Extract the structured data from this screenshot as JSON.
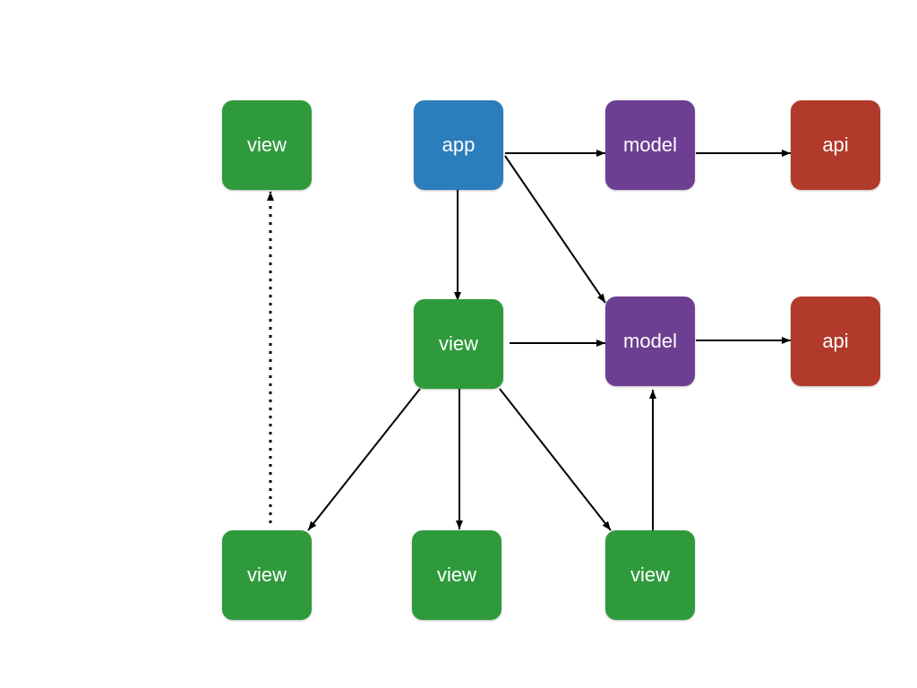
{
  "colors": {
    "app": "#2b7dbb",
    "view": "#2e9a3c",
    "model": "#6d3f92",
    "api": "#b23a2b",
    "edge": "#000000"
  },
  "nodes": {
    "view_top": "view",
    "app": "app",
    "model_top": "model",
    "api_top": "api",
    "view_mid": "view",
    "model_mid": "model",
    "api_mid": "api",
    "view_bottom_left": "view",
    "view_bottom_center": "view",
    "view_bottom_right": "view"
  }
}
